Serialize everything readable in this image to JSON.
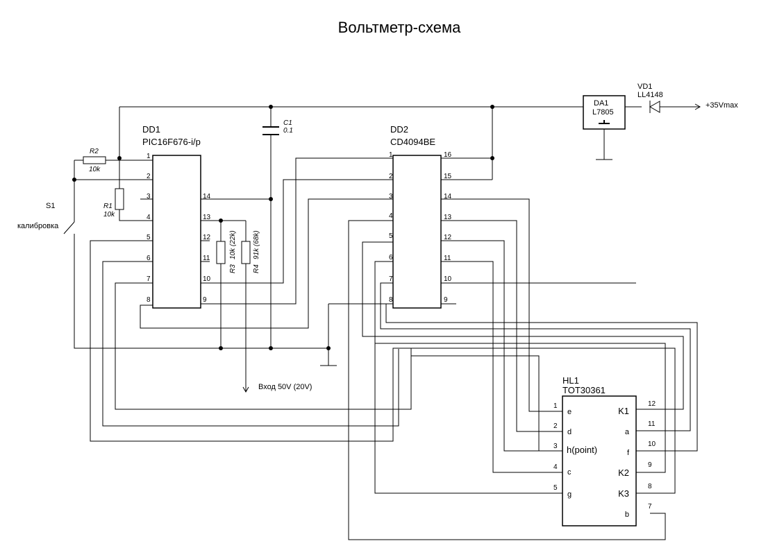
{
  "title": "Вольтметр-схема",
  "dd1": {
    "ref": "DD1",
    "part": "PIC16F676-i/p",
    "left_pins": [
      "1",
      "2",
      "3",
      "4",
      "5",
      "6",
      "7",
      "8"
    ],
    "right_pins": [
      "14",
      "13",
      "12",
      "11",
      "10",
      "9"
    ]
  },
  "dd2": {
    "ref": "DD2",
    "part": "CD4094BE",
    "left_pins": [
      "1",
      "2",
      "3",
      "4",
      "5",
      "6",
      "7",
      "8"
    ],
    "right_pins": [
      "16",
      "15",
      "14",
      "13",
      "12",
      "11",
      "10",
      "9"
    ]
  },
  "hl1": {
    "ref": "HL1",
    "part": "TOT30361",
    "left": [
      {
        "pin": "1",
        "seg": "e"
      },
      {
        "pin": "2",
        "seg": "d"
      },
      {
        "pin": "3",
        "seg": "h(point)"
      },
      {
        "pin": "4",
        "seg": "c"
      },
      {
        "pin": "5",
        "seg": "g"
      }
    ],
    "right": [
      {
        "pin": "12",
        "seg": "K1"
      },
      {
        "pin": "11",
        "seg": "a"
      },
      {
        "pin": "10",
        "seg": "f"
      },
      {
        "pin": "9",
        "seg": "K2"
      },
      {
        "pin": "8",
        "seg": "K3"
      },
      {
        "pin": "7",
        "seg": "b"
      }
    ]
  },
  "da1": {
    "ref": "DA1",
    "part": "L7805"
  },
  "vd1": {
    "ref": "VD1",
    "part": "LL4148"
  },
  "c1": {
    "ref": "C1",
    "value": "0.1"
  },
  "r1": {
    "ref": "R1",
    "value": "10k"
  },
  "r2": {
    "ref": "R2",
    "value": "10k"
  },
  "r3": {
    "ref": "R3",
    "value": "10k (22k)"
  },
  "r4": {
    "ref": "R4",
    "value": "91k (68k)"
  },
  "s1": {
    "ref": "S1",
    "label": "калибровка"
  },
  "supply_label": "+35Vmax",
  "input_label": "Вход 50V (20V)"
}
